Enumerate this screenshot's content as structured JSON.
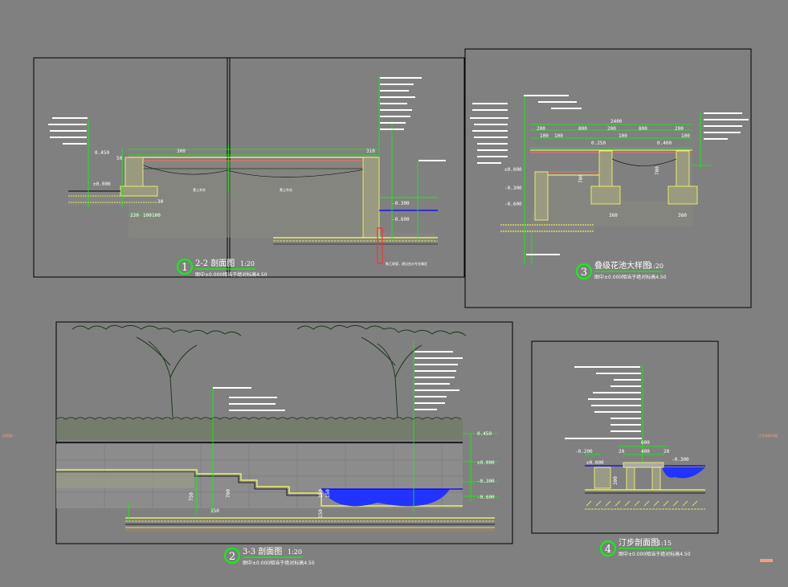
{
  "drawings": {
    "d1": {
      "number": "1",
      "title": "2-2 剖面图",
      "scale": "1:20",
      "subtitle": "图中±0.000相当于绝对标高4.50",
      "dims": [
        "0.450",
        "300",
        "310",
        "50",
        "±0.000",
        "220",
        "100",
        "100",
        "30",
        "-0.300",
        "-0.600"
      ],
      "notes": [
        "素土夯实",
        "素土夯实",
        "聚乙烯管，建议由水专业确定"
      ]
    },
    "d2": {
      "number": "2",
      "title": "3-3 剖面图",
      "scale": "1:20",
      "subtitle": "图中±0.000相当于绝对标高4.50",
      "dims": [
        "0.450",
        "±0.000",
        "-0.300",
        "-0.600",
        "150",
        "750",
        "700",
        "150",
        "150",
        "150"
      ]
    },
    "d3": {
      "number": "3",
      "title": "叠级花池大样图",
      "scale": "1:20",
      "subtitle": "图中±0.000相当于绝对标高4.50",
      "dims": [
        "2400",
        "200",
        "800",
        "200",
        "800",
        "200",
        "100",
        "100",
        "100",
        "100",
        "0.250",
        "0.400",
        "±0.000",
        "-0.300",
        "-0.600",
        "360",
        "360",
        "700",
        "700"
      ]
    },
    "d4": {
      "number": "4",
      "title": "汀步剖面图",
      "scale": "1:15",
      "subtitle": "图中±0.000相当于绝对标高4.50",
      "dims": [
        "600",
        "400",
        "20",
        "20",
        "-0.200",
        "-0.300",
        "±0.000",
        "300"
      ]
    }
  },
  "edge_marks": {
    "left": "剖面图一",
    "right": "汀步剖面详图"
  }
}
